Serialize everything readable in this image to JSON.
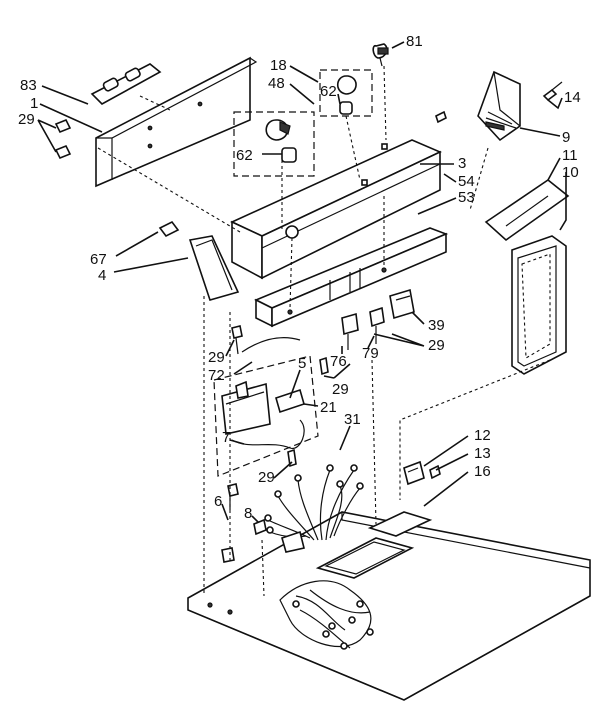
{
  "callouts": [
    {
      "id": "83",
      "text": "83"
    },
    {
      "id": "1",
      "text": "1"
    },
    {
      "id": "29a",
      "text": "29"
    },
    {
      "id": "18",
      "text": "18"
    },
    {
      "id": "48",
      "text": "48"
    },
    {
      "id": "62a",
      "text": "62"
    },
    {
      "id": "81",
      "text": "81"
    },
    {
      "id": "14",
      "text": "14"
    },
    {
      "id": "9",
      "text": "9"
    },
    {
      "id": "62b",
      "text": "62"
    },
    {
      "id": "3",
      "text": "3"
    },
    {
      "id": "54",
      "text": "54"
    },
    {
      "id": "53",
      "text": "53"
    },
    {
      "id": "11",
      "text": "11"
    },
    {
      "id": "10",
      "text": "10"
    },
    {
      "id": "67",
      "text": "67"
    },
    {
      "id": "4",
      "text": "4"
    },
    {
      "id": "39",
      "text": "39"
    },
    {
      "id": "29b",
      "text": "29"
    },
    {
      "id": "29c",
      "text": "29"
    },
    {
      "id": "72",
      "text": "72"
    },
    {
      "id": "76",
      "text": "76"
    },
    {
      "id": "79",
      "text": "79"
    },
    {
      "id": "29d",
      "text": "29"
    },
    {
      "id": "5",
      "text": "5"
    },
    {
      "id": "21",
      "text": "21"
    },
    {
      "id": "7",
      "text": "7"
    },
    {
      "id": "31",
      "text": "31"
    },
    {
      "id": "12",
      "text": "12"
    },
    {
      "id": "13",
      "text": "13"
    },
    {
      "id": "16",
      "text": "16"
    },
    {
      "id": "29e",
      "text": "29"
    },
    {
      "id": "6",
      "text": "6"
    },
    {
      "id": "8",
      "text": "8"
    }
  ]
}
